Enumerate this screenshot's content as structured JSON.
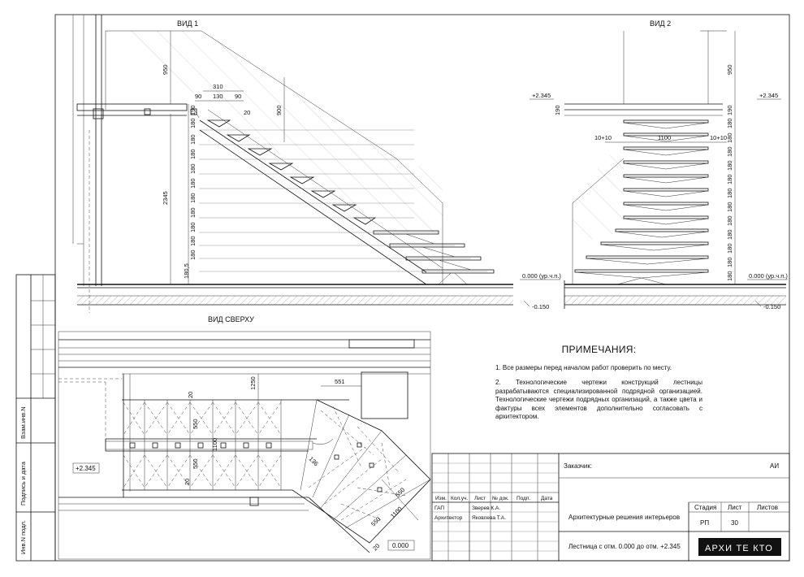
{
  "views": {
    "view1": "ВИД 1",
    "view2": "ВИД 2",
    "top": "ВИД СВЕРХУ"
  },
  "dims_view1": {
    "d950": "950",
    "d310": "310",
    "d90a": "90",
    "d130": "130",
    "d90b": "90",
    "d20": "20",
    "d900": "900",
    "d2345": "2345",
    "d180_5": "180,5",
    "riser": "180",
    "d190": "190"
  },
  "dims_view2": {
    "d950": "950",
    "d1100": "1100",
    "d10_left": "10+10",
    "d10_right": "10+10",
    "d190": "190",
    "riser": "180"
  },
  "levels": {
    "l2345_left": "+2.345",
    "l2345_right": "+2.345",
    "l000_left": "0.000 (ур.ч.п.)",
    "l000_right": "0.000 (ур.ч.п.)",
    "l150_left": "-0.150",
    "l150_right": "-0.150"
  },
  "dims_top": {
    "d1250": "1250",
    "d551": "551",
    "d20a": "20",
    "d550a": "550",
    "d1100a": "1100",
    "d550b": "550",
    "d20b": "20",
    "d136": "136",
    "d550c": "550",
    "d1100b": "1100",
    "d550d": "550",
    "d20c": "20",
    "lvl_top": "+2.345",
    "lvl_bottom": "0.000"
  },
  "notes": {
    "title": "ПРИМЕЧАНИЯ:",
    "n1": "1. Все размеры перед началом работ проверить по месту.",
    "n2": "2. Технологические чертежи конструкций лестницы разрабатываются специализированной подрядной организацией. Технологические чертежи подрядных организаций, а также цвета и фактуры всех элементов дополнительно согласовать с архитектором."
  },
  "side_stamp": {
    "f1": "Взам.инв.N",
    "f2": "Подпись и дата",
    "f3": "Инв.N подл."
  },
  "title_block": {
    "customer_label": "Заказчик:",
    "customer_code": "АИ",
    "col_izm": "Изм.",
    "col_kol": "Кол.уч.",
    "col_list": "Лист",
    "col_ndoc": "№ док.",
    "col_podp": "Подп.",
    "col_data": "Дата",
    "role1": "ГАП",
    "name1": "Зверев К.А.",
    "role2": "Архитектор",
    "name2": "Яковлева Т.А.",
    "project": "Архитектурные решения интерьеров",
    "sheet_title": "Лестница с отм. 0.000 до отм. +2.345",
    "stage_label": "Стадия",
    "sheet_label": "Лист",
    "sheets_label": "Листов",
    "stage": "РП",
    "sheet": "30",
    "sheets": "",
    "logo": "АРХИ ТЕ КТО"
  }
}
